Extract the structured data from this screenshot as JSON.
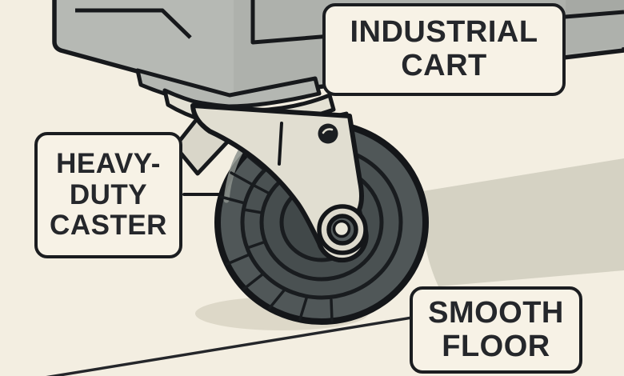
{
  "illustration": {
    "description": "Stylized diagram of a heavy-duty swivel caster wheel mounted under an industrial cart, rolling on a smooth floor",
    "labels": {
      "cart": {
        "lines": [
          "INDUSTRIAL",
          "CART"
        ]
      },
      "caster": {
        "lines": [
          "HEAVY-",
          "DUTY",
          "CASTER"
        ]
      },
      "floor": {
        "lines": [
          "SMOOTH",
          "FLOOR"
        ]
      }
    },
    "colors": {
      "background": "#f3eee1",
      "label_background": "#f7f2e6",
      "label_border": "#1b1d20",
      "label_text": "#25272b",
      "outline": "#17191c",
      "cart_gray": "#b6b9b4",
      "cart_gray_dark": "#aeb1ac",
      "fork_light": "#e1ded1",
      "tire_dark": "#505758",
      "hub_dark": "#414849",
      "floor_shadow": "#d5d2c3",
      "wheel_shadow": "#ddd8c8"
    }
  }
}
